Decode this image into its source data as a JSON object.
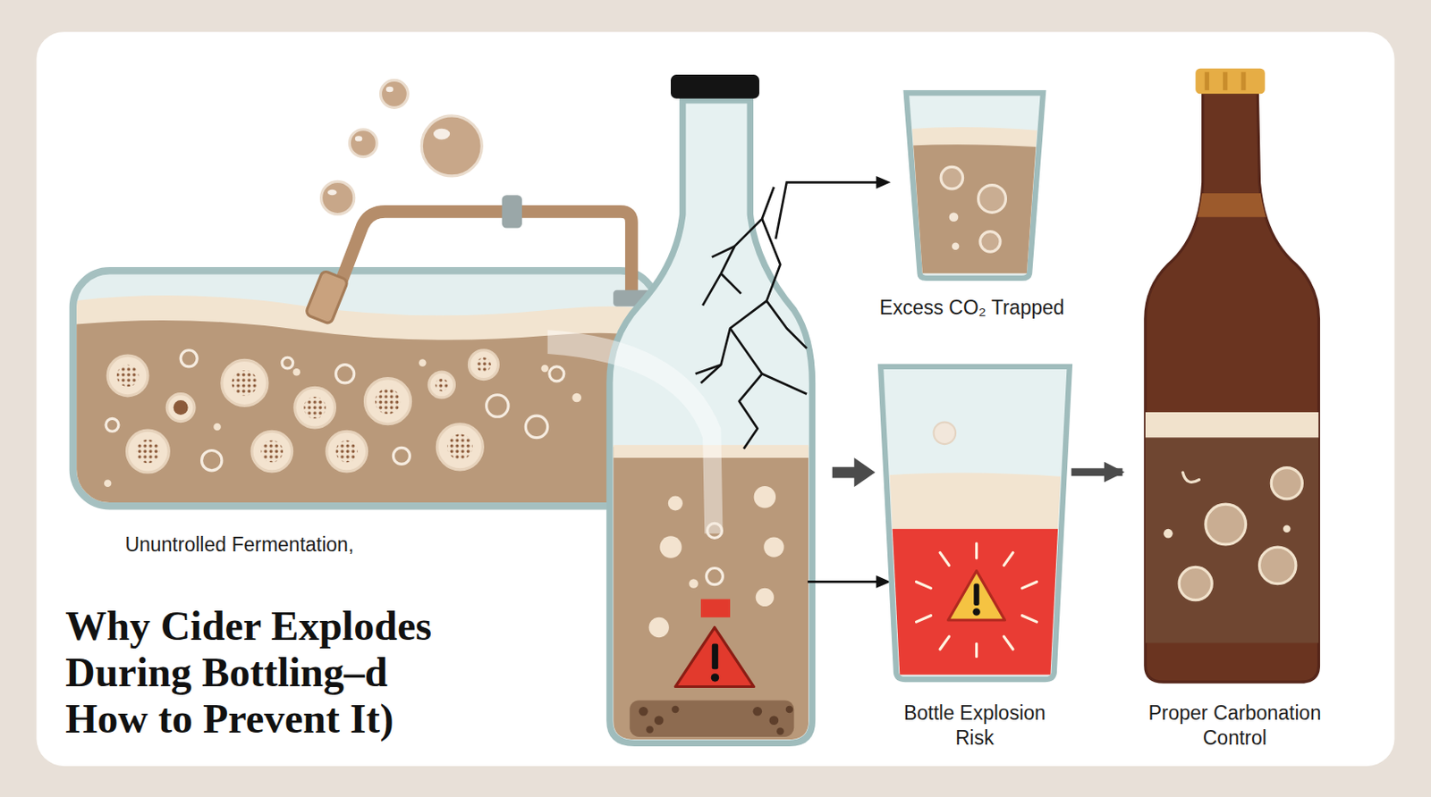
{
  "diagram": {
    "title": "Why Cider Explodes During Bottling–d How to Prevent It)",
    "nodes": [
      {
        "text": [
          "Ununtrolled Fermentation,"
        ]
      },
      {
        "text": [
          "Excess CO₂ Trapped"
        ]
      },
      {
        "text": [
          "Bottle Explosion Risk"
        ]
      },
      {
        "text": [
          "Proper Carbonation Control"
        ]
      }
    ],
    "edges": [
      {
        "from": 2,
        "to": 3,
        "arrow": "to"
      }
    ]
  }
}
